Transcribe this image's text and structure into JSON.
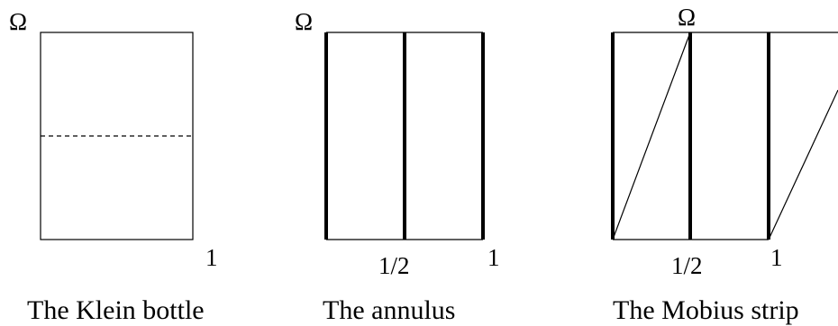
{
  "panels": [
    {
      "id": "klein",
      "omega": "Ω",
      "ticks": [
        "1"
      ],
      "caption": "The Klein bottle"
    },
    {
      "id": "annulus",
      "omega": "Ω",
      "ticks": [
        "1/2",
        "1"
      ],
      "caption": "The annulus"
    },
    {
      "id": "mobius",
      "omega": "Ω",
      "ticks": [
        "1/2",
        "1"
      ],
      "caption": "The Mobius strip"
    }
  ]
}
